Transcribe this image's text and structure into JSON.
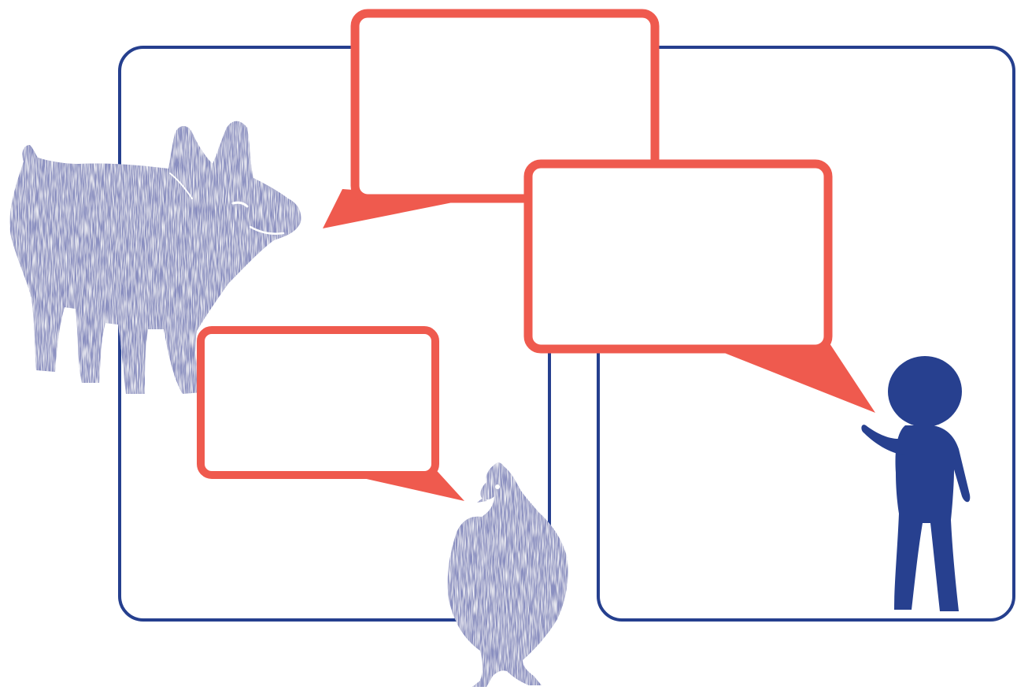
{
  "colors": {
    "background": "#ffffff",
    "panel_border": "#253f8e",
    "bubble_border": "#ef5a4e",
    "bubble_fill": "#ffffff",
    "animal": "#8a8fc0",
    "animal_dark": "#7078b0",
    "person": "#27408f"
  },
  "panels": [
    {
      "name": "left-panel"
    },
    {
      "name": "right-panel"
    }
  ],
  "speech_bubbles": [
    {
      "name": "top-speech-bubble",
      "text": ""
    },
    {
      "name": "middle-right-speech-bubble",
      "text": ""
    },
    {
      "name": "lower-left-speech-bubble",
      "text": ""
    }
  ],
  "characters": [
    {
      "name": "pig",
      "icon": "pig-silhouette-icon"
    },
    {
      "name": "chicken",
      "icon": "chicken-silhouette-icon"
    },
    {
      "name": "person",
      "icon": "person-figure-icon"
    }
  ]
}
